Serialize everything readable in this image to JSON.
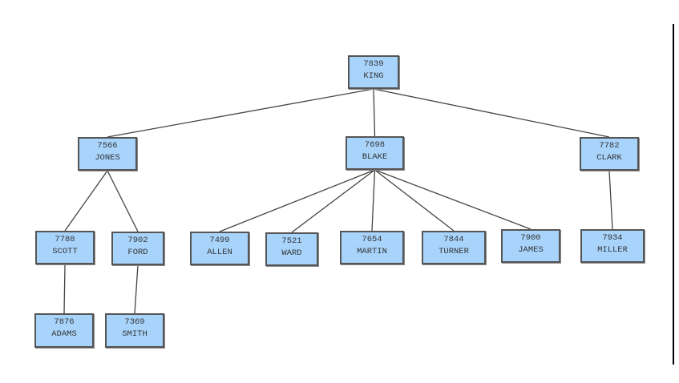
{
  "chart_data": {
    "type": "tree",
    "nodes": [
      {
        "id": "7839",
        "name": "KING",
        "parent": null
      },
      {
        "id": "7566",
        "name": "JONES",
        "parent": "7839"
      },
      {
        "id": "7698",
        "name": "BLAKE",
        "parent": "7839"
      },
      {
        "id": "7782",
        "name": "CLARK",
        "parent": "7839"
      },
      {
        "id": "7788",
        "name": "SCOTT",
        "parent": "7566"
      },
      {
        "id": "7902",
        "name": "FORD",
        "parent": "7566"
      },
      {
        "id": "7499",
        "name": "ALLEN",
        "parent": "7698"
      },
      {
        "id": "7521",
        "name": "WARD",
        "parent": "7698"
      },
      {
        "id": "7654",
        "name": "MARTIN",
        "parent": "7698"
      },
      {
        "id": "7844",
        "name": "TURNER",
        "parent": "7698"
      },
      {
        "id": "7900",
        "name": "JAMES",
        "parent": "7698"
      },
      {
        "id": "7934",
        "name": "MILLER",
        "parent": "7782"
      },
      {
        "id": "7876",
        "name": "ADAMS",
        "parent": "7788"
      },
      {
        "id": "7369",
        "name": "SMITH",
        "parent": "7902"
      }
    ],
    "colors": {
      "node_fill": "#a8d4fc",
      "node_border": "#555555",
      "edge": "#444444"
    }
  }
}
